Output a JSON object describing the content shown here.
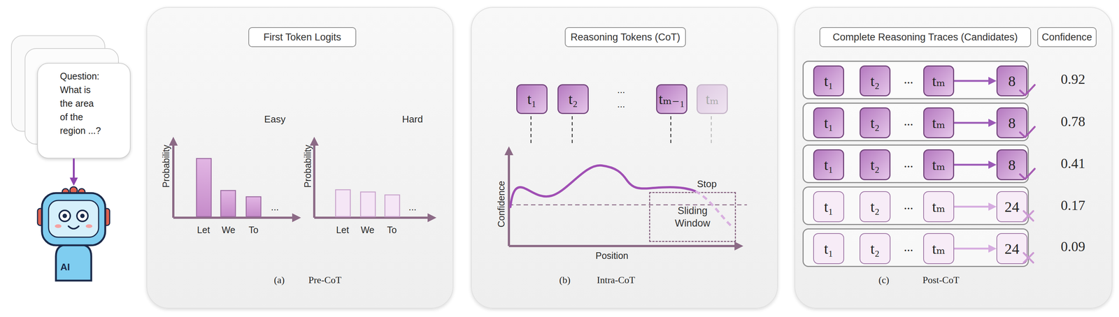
{
  "diagram": {
    "nodes": [
      {
        "text": [
          "Question: What is the area of the region ...?"
        ]
      },
      {
        "text": [
          "AI"
        ]
      },
      {
        "text": [
          "(a)",
          "Pre-CoT"
        ]
      },
      {
        "text": [
          "First Token Logits"
        ],
        "in": 2
      },
      {
        "text": [
          "(b)",
          "Intra-CoT"
        ]
      },
      {
        "text": [
          "Reasoning Tokens (CoT)"
        ],
        "in": 4
      },
      {
        "text": [
          "t₁"
        ],
        "in": 4
      },
      {
        "text": [
          "t₂"
        ],
        "in": 4
      },
      {
        "text": [
          "tₘ₋₁"
        ],
        "in": 4
      },
      {
        "text": [
          "tₘ"
        ],
        "in": 4
      },
      {
        "text": [
          "Sliding Window"
        ],
        "in": 4
      },
      {
        "text": [
          "(c)",
          "Post-CoT"
        ]
      },
      {
        "text": [
          "Complete Reasoning Traces (Candidates)"
        ],
        "in": 11
      },
      {
        "text": [
          "Confidence"
        ],
        "in": 11
      },
      {
        "text": [
          "..."
        ],
        "in": 11
      },
      {
        "text": [
          "t₁"
        ],
        "in": 14
      },
      {
        "text": [
          "t₂"
        ],
        "in": 14
      },
      {
        "text": [
          "tₘ"
        ],
        "in": 14
      },
      {
        "text": [
          "8"
        ],
        "in": 14
      },
      {
        "text": [
          "..."
        ],
        "in": 11
      },
      {
        "text": [
          "t₁"
        ],
        "in": 19
      },
      {
        "text": [
          "t₂"
        ],
        "in": 19
      },
      {
        "text": [
          "tₘ"
        ],
        "in": 19
      },
      {
        "text": [
          "8"
        ],
        "in": 19
      },
      {
        "text": [
          "..."
        ],
        "in": 11
      },
      {
        "text": [
          "t₁"
        ],
        "in": 24
      },
      {
        "text": [
          "t₂"
        ],
        "in": 24
      },
      {
        "text": [
          "tₘ"
        ],
        "in": 24
      },
      {
        "text": [
          "8"
        ],
        "in": 24
      },
      {
        "text": [
          "..."
        ],
        "in": 11
      },
      {
        "text": [
          "t₁"
        ],
        "in": 29
      },
      {
        "text": [
          "t₂"
        ],
        "in": 29
      },
      {
        "text": [
          "tₘ"
        ],
        "in": 29
      },
      {
        "text": [
          "24"
        ],
        "in": 29
      },
      {
        "text": [
          "..."
        ],
        "in": 11
      },
      {
        "text": [
          "t₁"
        ],
        "in": 34
      },
      {
        "text": [
          "t₂"
        ],
        "in": 34
      },
      {
        "text": [
          "tₘ"
        ],
        "in": 34
      },
      {
        "text": [
          "24"
        ],
        "in": 34
      }
    ],
    "edges": [
      {
        "from": 0,
        "to": 1,
        "arrow": "to"
      },
      {
        "from": 17,
        "to": 18,
        "arrow": "to"
      },
      {
        "from": 22,
        "to": 23,
        "arrow": "to"
      },
      {
        "from": 27,
        "to": 28,
        "arrow": "to"
      },
      {
        "from": 32,
        "to": 33,
        "arrow": "to"
      },
      {
        "from": 37,
        "to": 38,
        "arrow": "to"
      }
    ],
    "labels": [
      "Easy",
      "Probability",
      "Let",
      "We",
      "To",
      "...",
      "Hard",
      "Probability",
      "Let",
      "We",
      "To",
      "...",
      "...",
      "...",
      "Confidence",
      "Position",
      "Stop",
      "0.92",
      "0.78",
      "0.41",
      "0.17",
      "0.09"
    ]
  }
}
